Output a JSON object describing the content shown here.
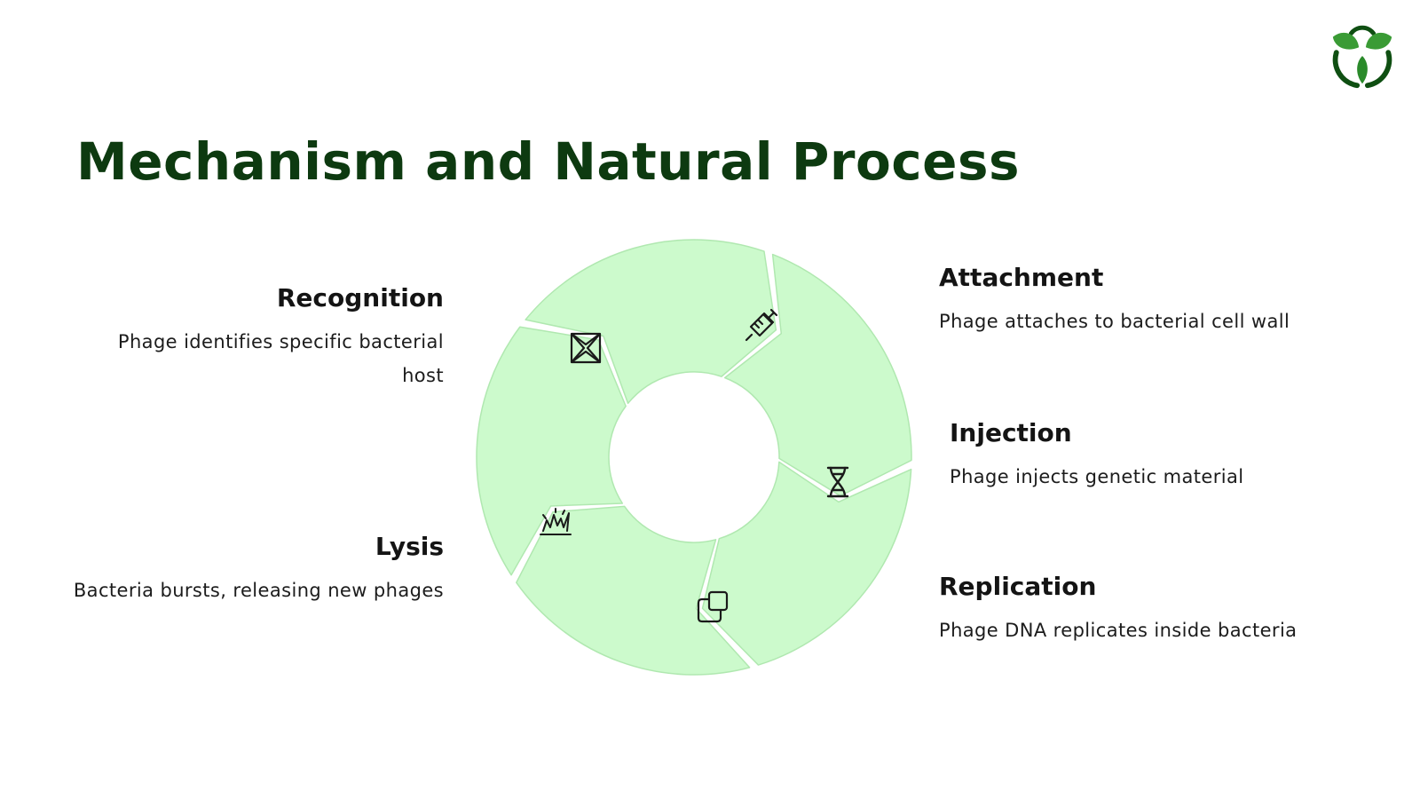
{
  "page": {
    "title": "Mechanism and Natural Process"
  },
  "colors": {
    "title": "#0d3a10",
    "segment_fill": "#ccfacc",
    "segment_stroke": "#b0e8b0",
    "icon": "#1a1a1a",
    "logo_green": "#2e8b2e",
    "logo_dark": "#0f4f12"
  },
  "logo": {
    "icon": "leaf-trefoil-icon"
  },
  "steps": [
    {
      "id": "attachment",
      "heading": "Attachment",
      "description": "Phage attaches to bacterial cell wall",
      "icon": "syringe-icon"
    },
    {
      "id": "injection",
      "heading": "Injection",
      "description": "Phage injects genetic material",
      "icon": "dna-icon"
    },
    {
      "id": "replication",
      "heading": "Replication",
      "description": "Phage DNA replicates inside bacteria",
      "icon": "copy-icon"
    },
    {
      "id": "lysis",
      "heading": "Lysis",
      "description": "Bacteria bursts, releasing new phages",
      "icon": "burst-icon"
    },
    {
      "id": "recognition",
      "heading": "Recognition",
      "description": "Phage identifies specific bacterial host",
      "icon": "target-icon"
    }
  ]
}
